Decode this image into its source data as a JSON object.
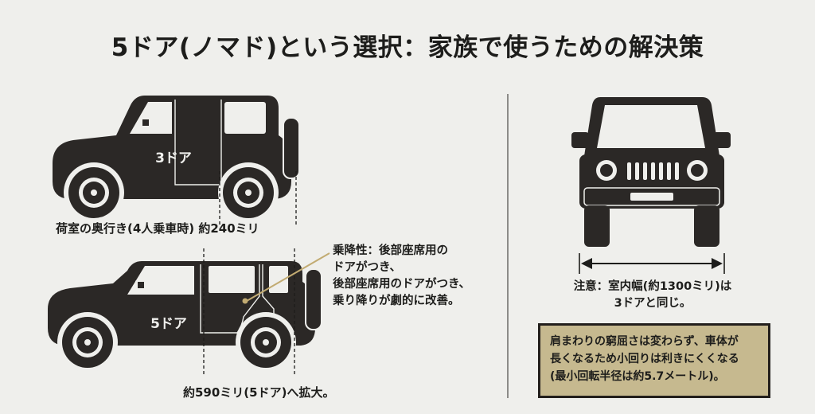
{
  "title": "5ドア(ノマド)という選択：家族で使うための解決策",
  "three_door": {
    "badge": "3ドア",
    "cargo_label": "荷室の奥行き(4人乗車時) 約240ミリ"
  },
  "five_door": {
    "badge": "5ドア",
    "cargo_label": "約590ミリ(5ドア)へ拡大。",
    "callout_lines": [
      "乗降性：後部座席用の",
      "ドアがつき、",
      "後部座席用のドアがつき、",
      "乗り降りが劇的に改善。"
    ]
  },
  "front_view": {
    "note_lines": [
      "注意：室内幅(約1300ミリ)は",
      "3ドアと同じ。"
    ]
  },
  "warning_box": {
    "lines": [
      "肩まわりの窮屈さは変わらず、車体が",
      "長くなるため小回りは利きにくくなる",
      "(最小回転半径は約5.7メートル)。"
    ]
  },
  "colors": {
    "background": "#efefec",
    "vehicle": "#2b2826",
    "accent_line": "#c2ab72",
    "warning_box_fill": "#c6b98f"
  }
}
